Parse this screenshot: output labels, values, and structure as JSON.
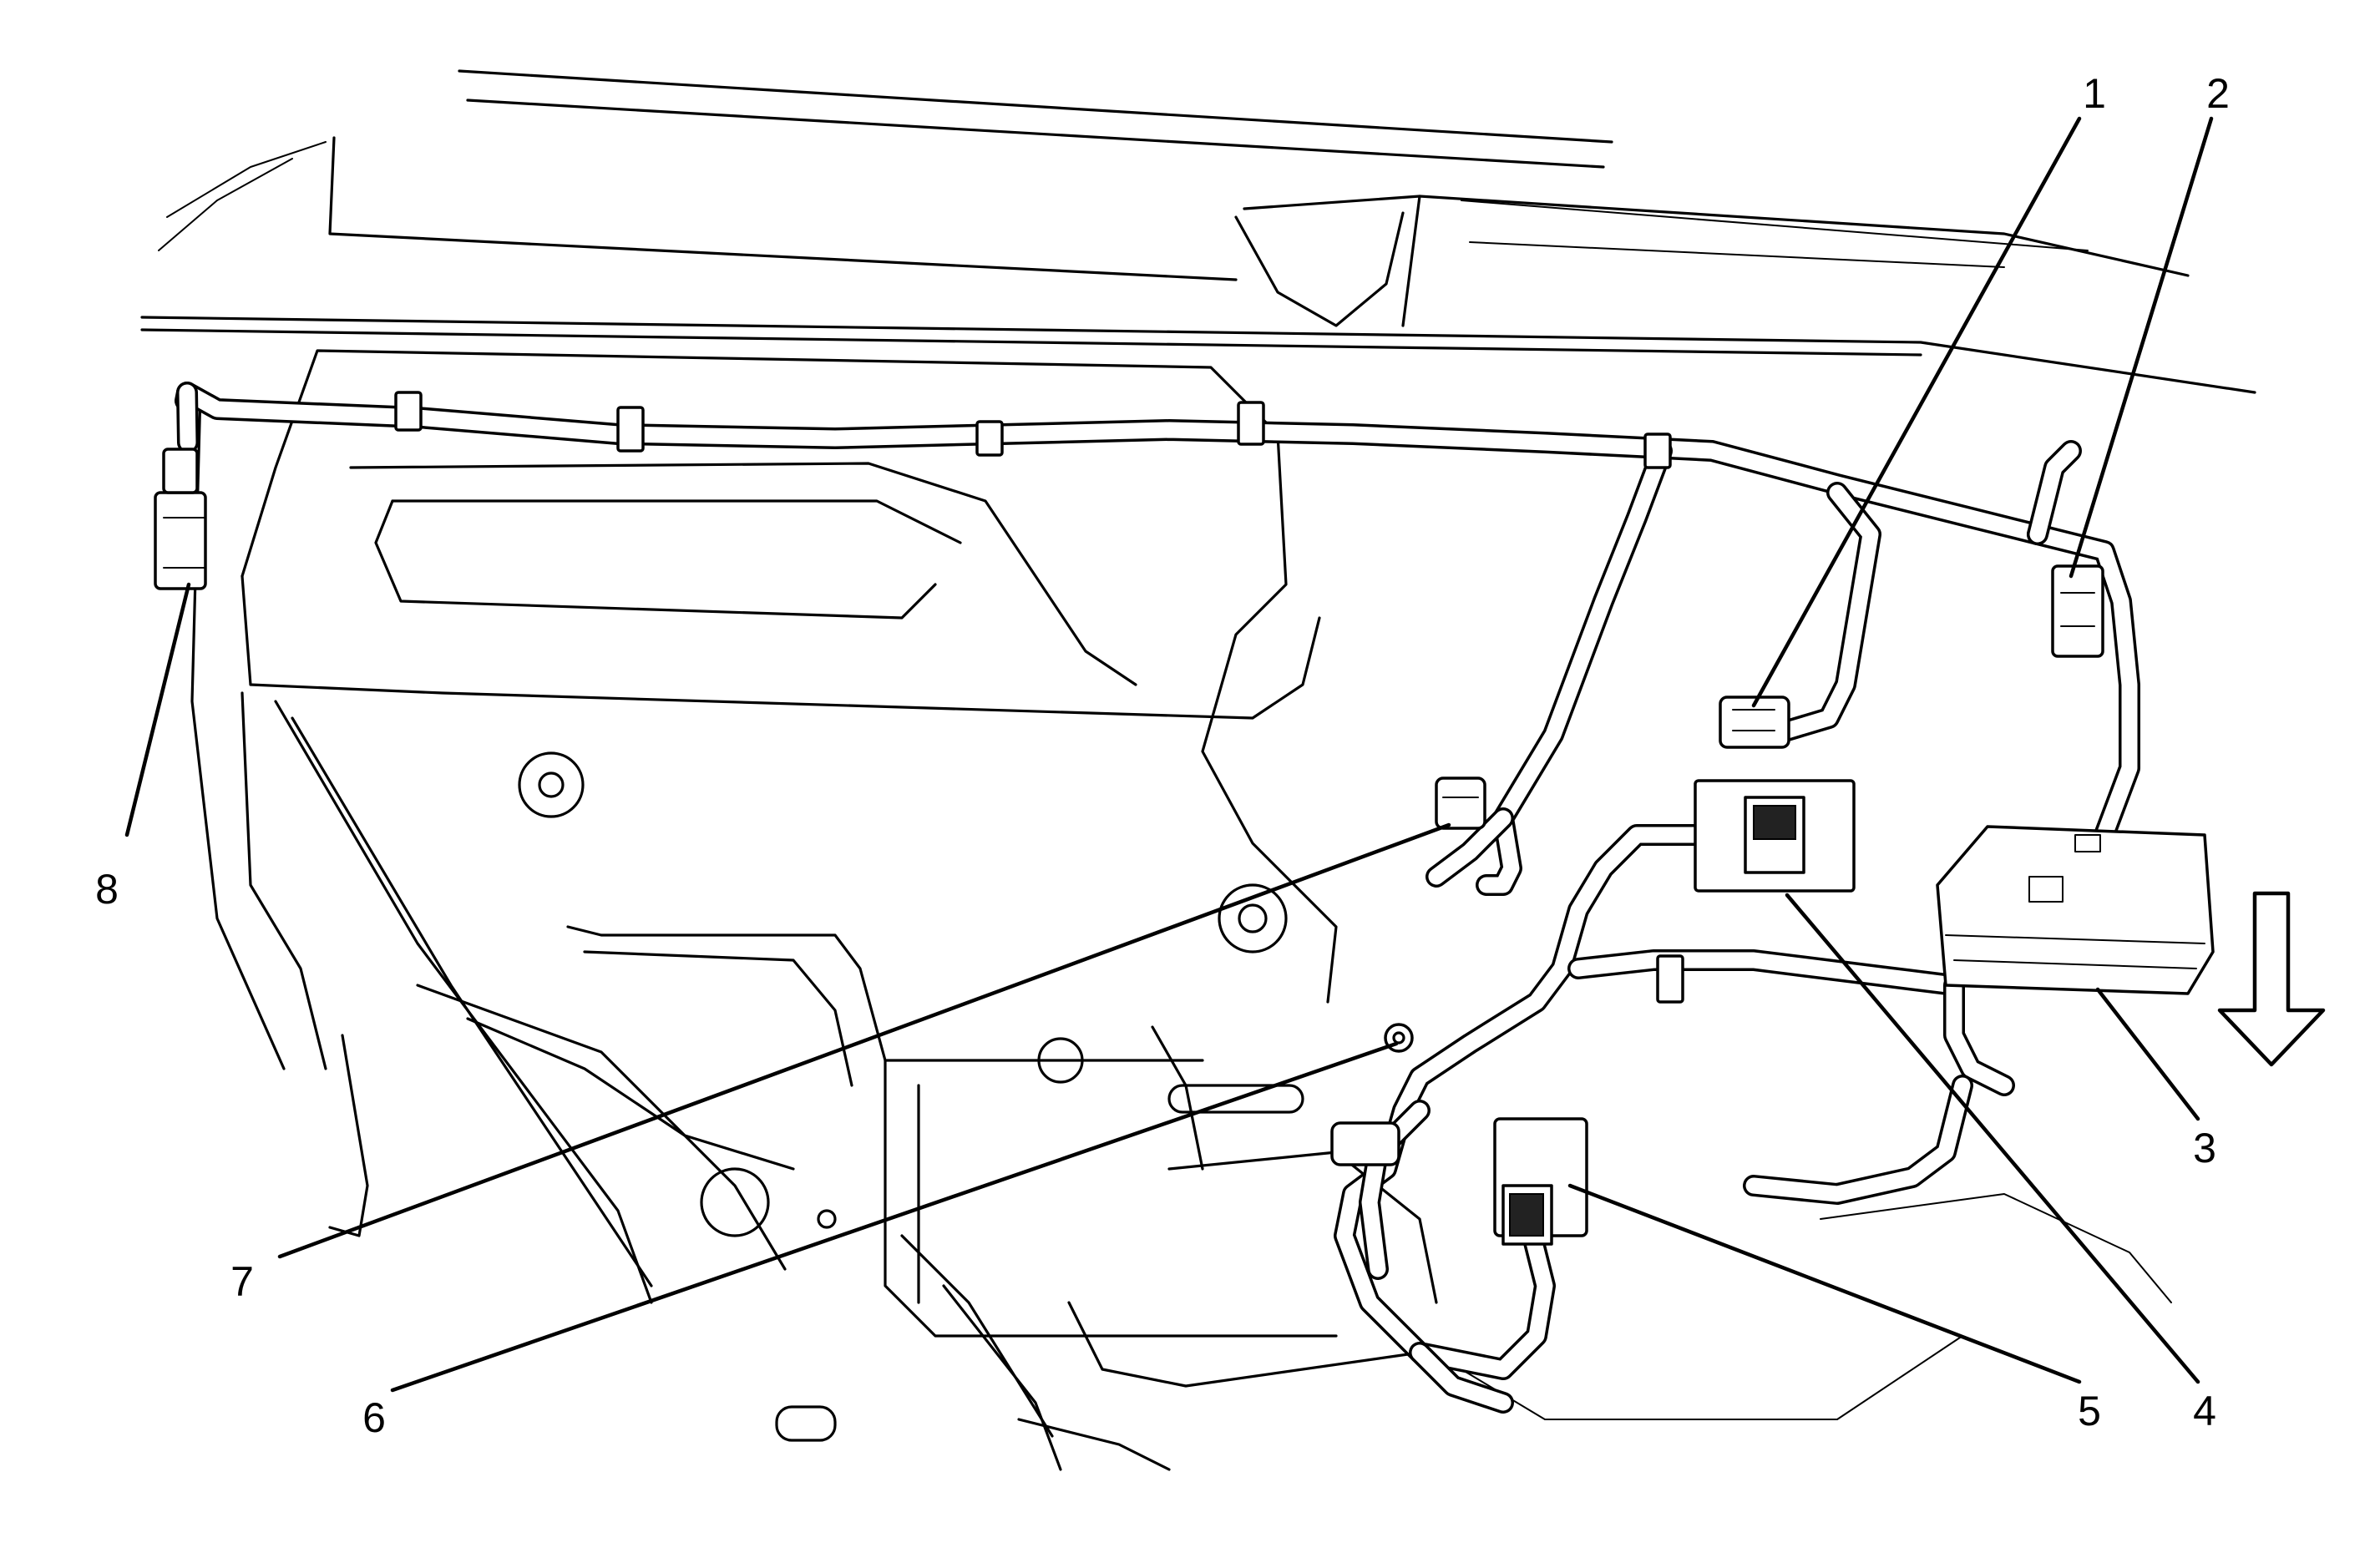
{
  "diagram": {
    "callouts": [
      {
        "id": "1",
        "text": "1"
      },
      {
        "id": "2",
        "text": "2"
      },
      {
        "id": "3",
        "text": "3"
      },
      {
        "id": "4",
        "text": "4"
      },
      {
        "id": "5",
        "text": "5"
      },
      {
        "id": "6",
        "text": "6"
      },
      {
        "id": "7",
        "text": "7"
      },
      {
        "id": "8",
        "text": "8"
      }
    ],
    "direction_arrow": "down-arrow-icon"
  }
}
